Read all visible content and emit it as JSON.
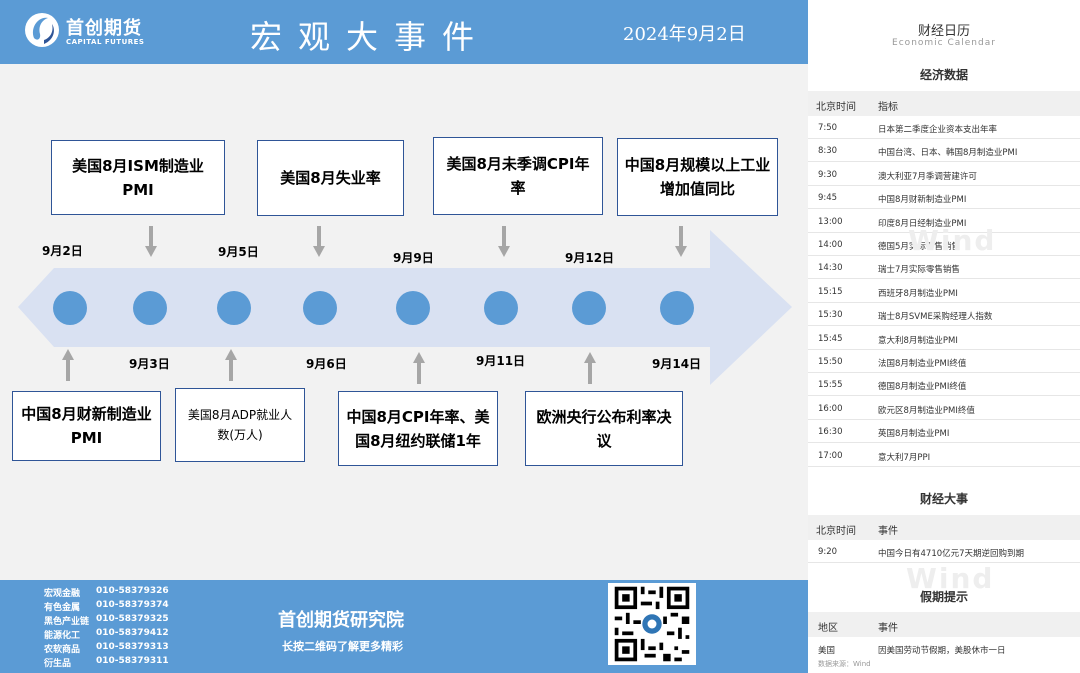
{
  "header": {
    "logo_cn": "首创期货",
    "logo_en": "CAPITAL FUTURES",
    "title": "宏观大事件",
    "date": "2024年9月2日"
  },
  "timeline": {
    "top_events": [
      {
        "label": "美国8月ISM制造业PMI",
        "date": "9月2日"
      },
      {
        "label": "美国8月失业率",
        "date": "9月5日"
      },
      {
        "label": "美国8月未季调CPI年率",
        "date": "9月9日"
      },
      {
        "label": "中国8月规模以上工业增加值同比",
        "date": "9月12日"
      }
    ],
    "bottom_events": [
      {
        "label": "中国8月财新制造业PMI",
        "date": "9月3日"
      },
      {
        "label": "美国8月ADP就业人数(万人)",
        "date": "9月6日"
      },
      {
        "label": "中国8月CPI年率、美国8月纽约联储1年",
        "date": "9月11日"
      },
      {
        "label": "欧洲央行公布利率决议",
        "date": "9月14日"
      }
    ],
    "colors": {
      "arrow": "#d9e1f2",
      "dot": "#5b9bd5",
      "box_border": "#2f5597",
      "pointer": "#a6a6a6"
    }
  },
  "footer": {
    "contacts": [
      {
        "dept": "宏观金融",
        "phone": "010-58379326"
      },
      {
        "dept": "有色金属",
        "phone": "010-58379374"
      },
      {
        "dept": "黑色产业链",
        "phone": "010-58379325"
      },
      {
        "dept": "能源化工",
        "phone": "010-58379412"
      },
      {
        "dept": "农软商品",
        "phone": "010-58379313"
      },
      {
        "dept": "衍生品",
        "phone": "010-58379311"
      }
    ],
    "org": "首创期货研究院",
    "sub": "长按二维码了解更多精彩"
  },
  "calendar": {
    "title": "财经日历",
    "subtitle": "Economic Calendar",
    "data_section": {
      "title": "经济数据",
      "col_time": "北京时间",
      "col_item": "指标",
      "rows": [
        {
          "time": "7:50",
          "item": "日本第二季度企业资本支出年率"
        },
        {
          "time": "8:30",
          "item": "中国台湾、日本、韩国8月制造业PMI"
        },
        {
          "time": "9:30",
          "item": "澳大利亚7月季调营建许可"
        },
        {
          "time": "9:45",
          "item": "中国8月财新制造业PMI"
        },
        {
          "time": "13:00",
          "item": "印度8月日经制造业PMI"
        },
        {
          "time": "14:00",
          "item": "德国5月实际零售销售"
        },
        {
          "time": "14:30",
          "item": "瑞士7月实际零售销售"
        },
        {
          "time": "15:15",
          "item": "西班牙8月制造业PMI"
        },
        {
          "time": "15:30",
          "item": "瑞士8月SVME采购经理人指数"
        },
        {
          "time": "15:45",
          "item": "意大利8月制造业PMI"
        },
        {
          "time": "15:50",
          "item": "法国8月制造业PMI终值"
        },
        {
          "time": "15:55",
          "item": "德国8月制造业PMI终值"
        },
        {
          "time": "16:00",
          "item": "欧元区8月制造业PMI终值"
        },
        {
          "time": "16:30",
          "item": "英国8月制造业PMI"
        },
        {
          "time": "17:00",
          "item": "意大利7月PPI"
        }
      ]
    },
    "events_section": {
      "title": "财经大事",
      "col_time": "北京时间",
      "col_item": "事件",
      "rows": [
        {
          "time": "9:20",
          "item": "中国今日有4710亿元7天期逆回购到期"
        }
      ]
    },
    "holiday_section": {
      "title": "假期提示",
      "col_region": "地区",
      "col_item": "事件",
      "rows": [
        {
          "region": "美国",
          "item": "因美国劳动节假期，美股休市一日"
        }
      ]
    },
    "source": "数据来源：Wind",
    "watermark": "Wind"
  }
}
